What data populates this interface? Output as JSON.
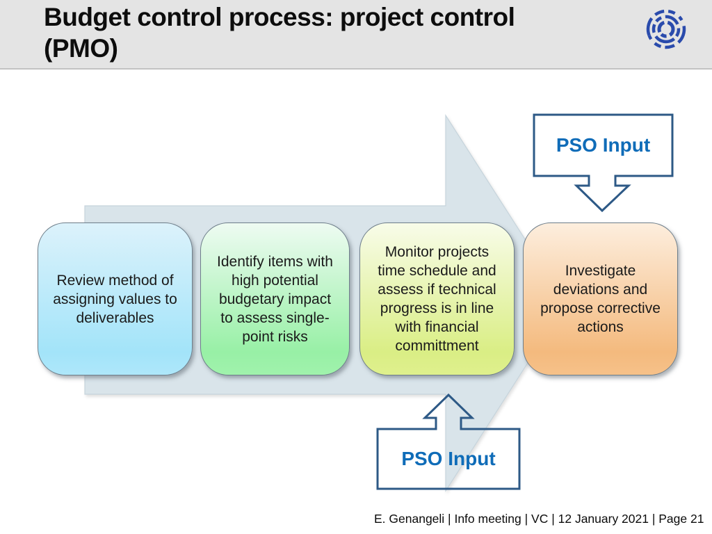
{
  "slide": {
    "title_line1": "Budget control process: project control",
    "title_line2": "(PMO)",
    "footer": "E. Genangeli | Info meeting | VC | 12 January 2021 | Page 21"
  },
  "process": {
    "direction": "left-to-right",
    "steps": [
      {
        "label": "Review method of assigning values to deliverables",
        "color_top": "#dcf2fb",
        "color_bottom": "#a3e4f9"
      },
      {
        "label": "Identify items with high potential budgetary impact to assess single-point risks",
        "color_top": "#eefbf2",
        "color_bottom": "#98f0a6"
      },
      {
        "label": "Monitor projects time schedule and assess if technical progress is in line with financial committment",
        "color_top": "#f8fce9",
        "color_bottom": "#daee85"
      },
      {
        "label": "Investigate deviations and propose corrective actions",
        "color_top": "#fdeede",
        "color_bottom": "#f4ba7e"
      }
    ]
  },
  "callouts": {
    "top": {
      "label": "PSO Input",
      "points_to": "step-4",
      "arrow_direction": "down"
    },
    "bottom": {
      "label": "PSO Input",
      "points_to": "step-3",
      "arrow_direction": "up"
    }
  },
  "colors": {
    "header_background": "#e4e4e4",
    "title_text": "#0d0d0d",
    "background_arrow_fill": "#d9e4ea",
    "callout_border": "#2d5986",
    "pso_text": "#0f6cb8",
    "logo_blue": "#2a4bac",
    "footer_text": "#0b0b0b"
  },
  "icons": {
    "logo": "f4e-dashed-rings-logo"
  }
}
